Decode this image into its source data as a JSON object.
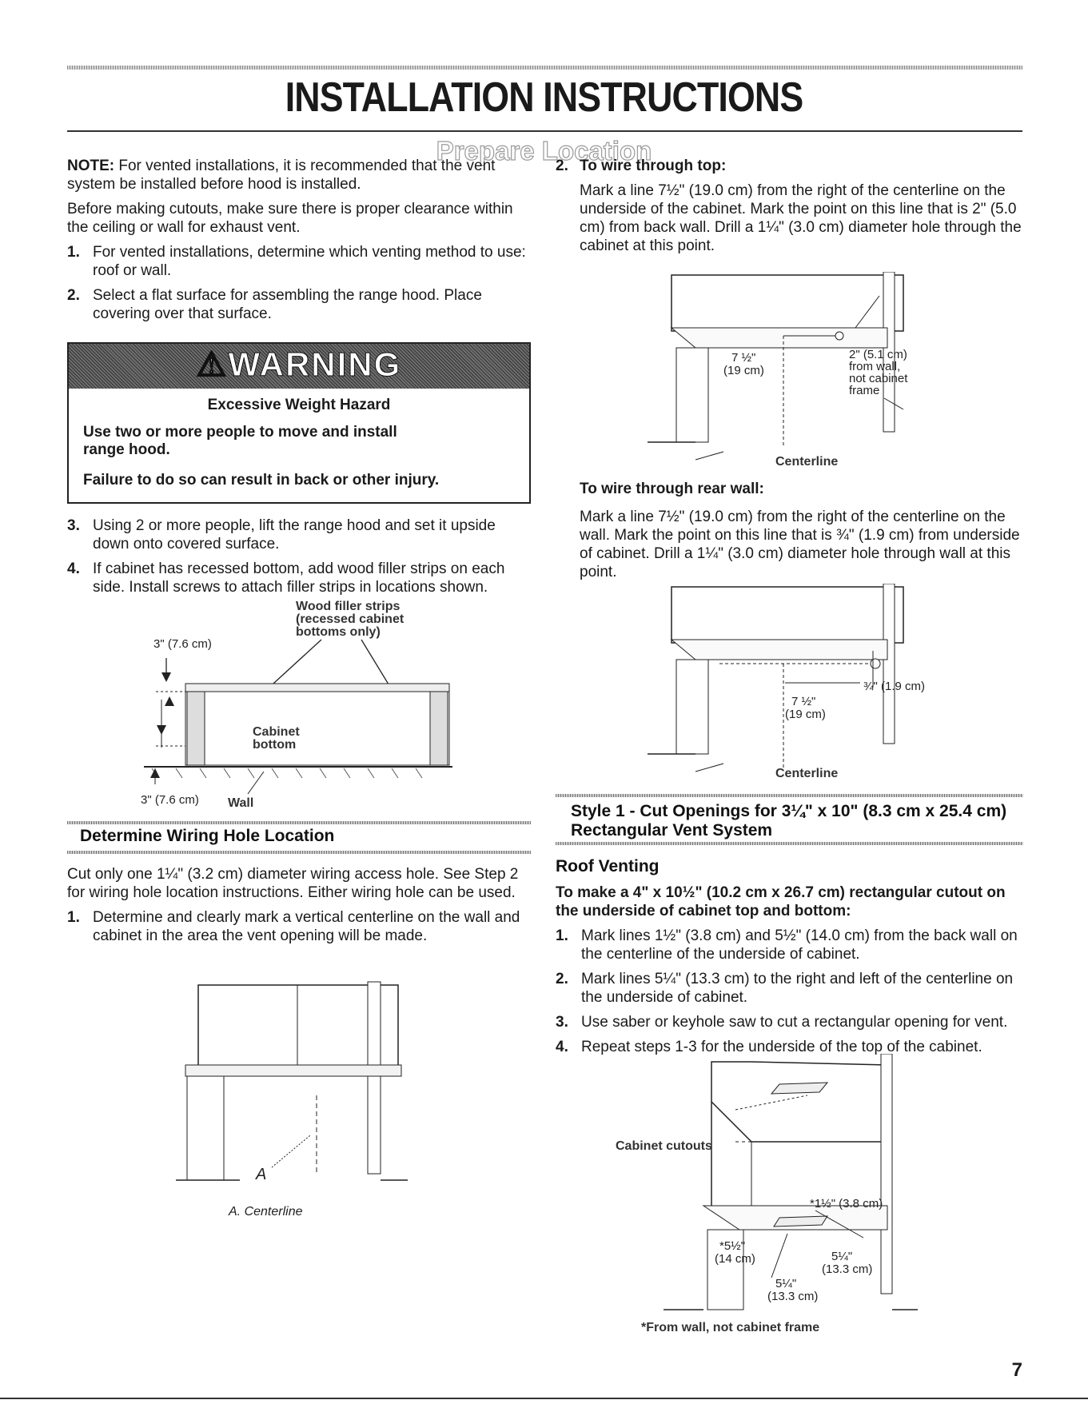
{
  "header": {
    "title": "INSTALLATION INSTRUCTIONS",
    "section": "Prepare Location"
  },
  "left": {
    "note_label": "NOTE:",
    "note_text": " For vented installations, it is recommended that the vent system be installed before hood is installed.",
    "para2": "Before making cutouts, make sure there is proper clearance within the ceiling or wall for exhaust vent.",
    "steps_a": [
      {
        "num": "1.",
        "text": "For vented installations, determine which venting method to use: roof or wall."
      },
      {
        "num": "2.",
        "text": "Select a flat surface for assembling the range hood. Place covering over that surface."
      }
    ],
    "warning": {
      "title": "⚠WARNING",
      "hazard": "Excessive Weight Hazard",
      "line1": "Use two or more people to move and install range hood.",
      "line2": "Failure to do so can result in back or other injury."
    },
    "steps_b": [
      {
        "num": "3.",
        "text": "Using 2 or more people, lift the range hood and set it upside down onto covered surface."
      },
      {
        "num": "4.",
        "text": "If cabinet has recessed bottom, add wood filler strips on each side. Install screws to attach filler strips in locations shown."
      }
    ],
    "fig1": {
      "label_strips_1": "Wood filler strips",
      "label_strips_2": "(recessed cabinet",
      "label_strips_3": "bottoms only)",
      "dim_top": "3\" (7.6 cm)",
      "dim_bottom": "3\" (7.6 cm)",
      "cabinet_1": "Cabinet",
      "cabinet_2": "bottom",
      "wall": "Wall"
    },
    "wiring_heading": "Determine Wiring Hole Location",
    "wiring_para": "Cut only one 1¼\" (3.2 cm) diameter wiring access hole. See Step 2 for wiring hole location instructions. Either wiring hole can be used.",
    "wiring_step1": {
      "num": "1.",
      "text": "Determine and clearly mark a vertical centerline on the wall and cabinet in the area the vent opening will be made."
    },
    "fig2": {
      "marker": "A",
      "caption": "A. Centerline"
    }
  },
  "right": {
    "step2_num": "2.",
    "step2_title": "To wire through top:",
    "step2_text": "Mark a line 7½\" (19.0 cm) from the right of the centerline on the underside of the cabinet. Mark the point on this line that is 2\" (5.0 cm) from back wall. Drill a 1¼\" (3.0 cm) diameter hole through the cabinet at this point.",
    "fig3": {
      "dim1_a": "7 ½\"",
      "dim1_b": "(19 cm)",
      "dim2_a": "2\" (5.1 cm)",
      "dim2_b": "from wall,",
      "dim2_c": "not cabinet",
      "dim2_d": "frame",
      "centerline": "Centerline"
    },
    "rear_title": "To wire through rear wall:",
    "rear_text": "Mark a line 7½\" (19.0 cm) from the right of the centerline on the wall. Mark the point on this line that is ¾\" (1.9 cm) from underside of cabinet. Drill a 1¼\" (3.0 cm) diameter hole through wall at this point.",
    "fig4": {
      "dim1": "¾\" (1.9 cm)",
      "dim2_a": "7 ½\"",
      "dim2_b": "(19 cm)",
      "centerline": "Centerline"
    },
    "style_heading_1": "Style 1 - Cut Openings for 3¼\" x 10\" (8.3 cm x 25.4 cm)",
    "style_heading_2": "Rectangular Vent System",
    "roof_heading": "Roof Venting",
    "roof_sub": "To make a 4\" x 10½\" (10.2 cm x 26.7 cm) rectangular cutout on the underside of cabinet top and bottom:",
    "roof_steps": [
      {
        "num": "1.",
        "text": "Mark lines 1½\" (3.8 cm) and 5½\" (14.0 cm) from the back wall on the centerline of the underside of cabinet."
      },
      {
        "num": "2.",
        "text": "Mark lines 5¼\" (13.3 cm) to the right and left of the centerline on the underside of cabinet."
      },
      {
        "num": "3.",
        "text": "Use saber or keyhole saw to cut a rectangular opening for vent."
      },
      {
        "num": "4.",
        "text": "Repeat steps 1-3 for the underside of the top of the cabinet."
      }
    ],
    "fig5": {
      "cutouts": "Cabinet cutouts",
      "dim_a": "*1½\" (3.8 cm)",
      "dim_b1": "*5½\"",
      "dim_b2": "(14 cm)",
      "dim_c1": "5¼\"",
      "dim_c2": "(13.3 cm)",
      "dim_d1": "5¼\"",
      "dim_d2": "(13.3 cm)",
      "footnote": "*From wall, not cabinet frame"
    }
  },
  "page_number": "7"
}
